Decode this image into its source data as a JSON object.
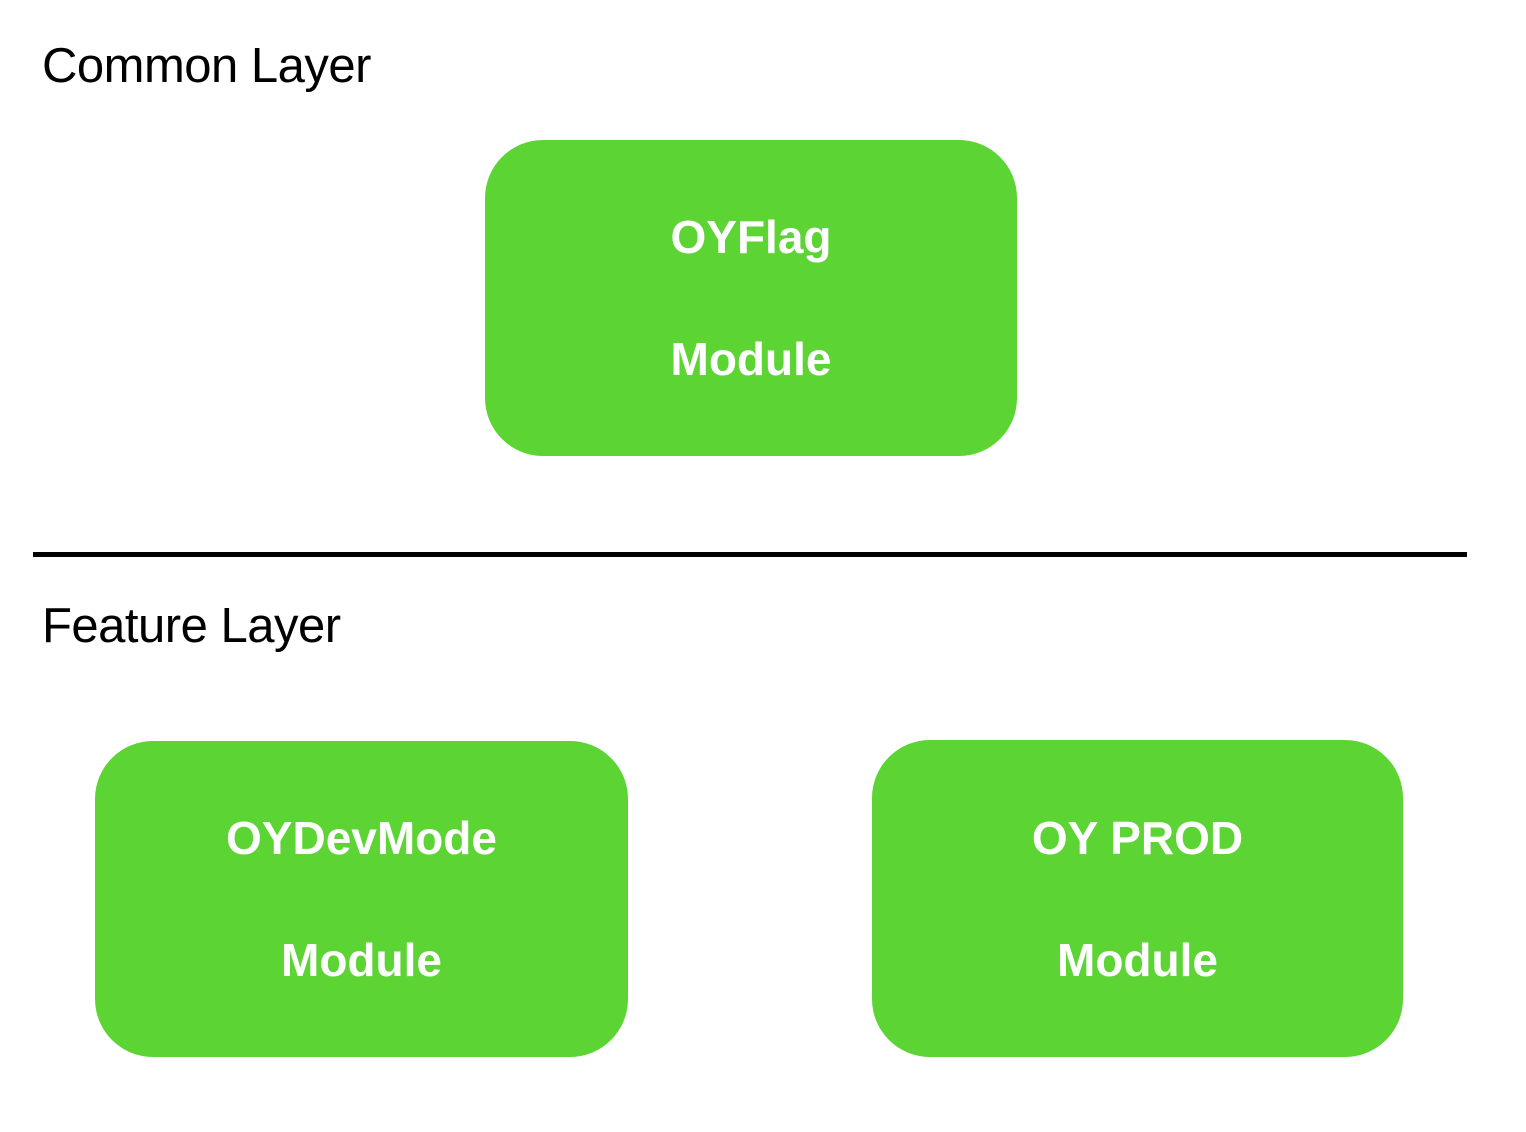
{
  "colors": {
    "module_fill": "#5BD434",
    "module_text": "#ffffff",
    "label_text": "#000000",
    "divider": "#000000"
  },
  "layers": [
    {
      "id": "common-layer",
      "label": "Common Layer",
      "modules": [
        {
          "id": "oyflag-module",
          "line1": "OYFlag",
          "line2": "Module"
        }
      ]
    },
    {
      "id": "feature-layer",
      "label": "Feature Layer",
      "modules": [
        {
          "id": "oydevmode-module",
          "line1": "OYDevMode",
          "line2": "Module"
        },
        {
          "id": "oyprod-module",
          "line1": "OY PROD",
          "line2": "Module"
        }
      ]
    }
  ]
}
